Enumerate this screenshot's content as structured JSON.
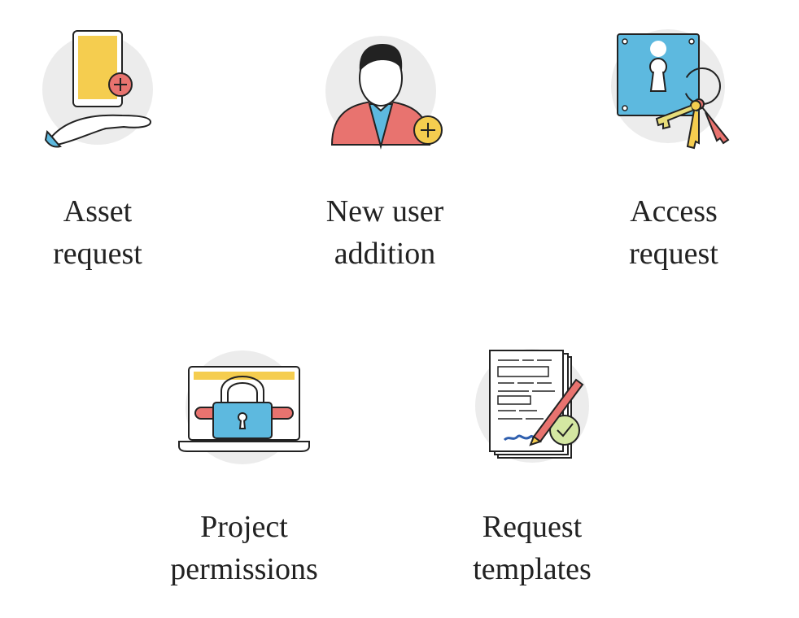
{
  "tiles": [
    {
      "id": "asset-request",
      "line1": "Asset",
      "line2": "request",
      "icon": "hand-phone-plus-icon"
    },
    {
      "id": "new-user-addition",
      "line1": "New user",
      "line2": "addition",
      "icon": "user-plus-icon"
    },
    {
      "id": "access-request",
      "line1": "Access",
      "line2": "request",
      "icon": "lock-keys-icon"
    },
    {
      "id": "project-permissions",
      "line1": "Project",
      "line2": "permissions",
      "icon": "laptop-padlock-icon"
    },
    {
      "id": "request-templates",
      "line1": "Request",
      "line2": "templates",
      "icon": "document-pen-icon"
    }
  ],
  "colors": {
    "circle": "#ececec",
    "outline": "#222222",
    "yellow": "#f5cd4f",
    "red": "#e8736f",
    "blue": "#5db9df",
    "green": "#d4e7a2"
  }
}
